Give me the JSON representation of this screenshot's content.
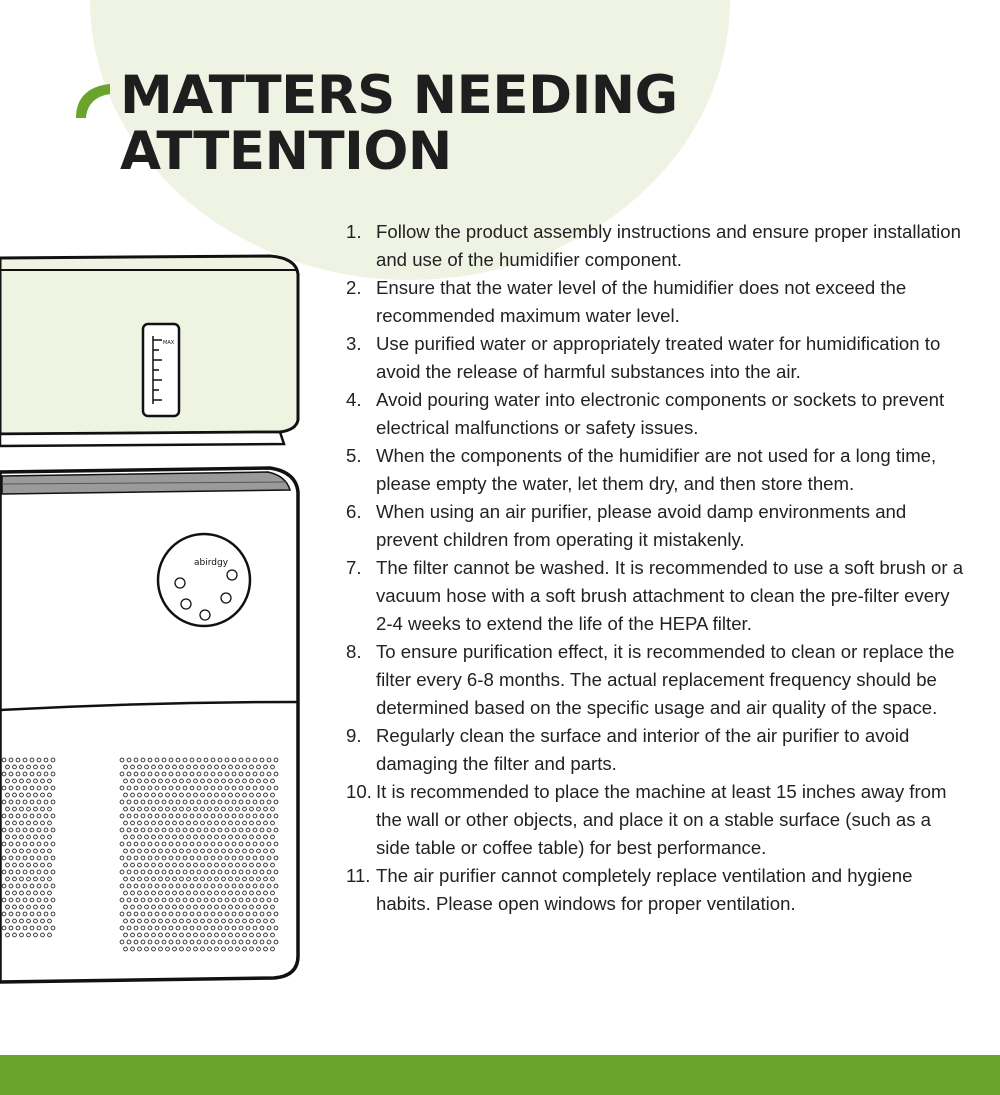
{
  "header": {
    "title_line1": "MATTERS NEEDING",
    "title_line2": "ATTENTION"
  },
  "illustration": {
    "tank_icon": "water-tank-illustration",
    "brand_label": "abirdgy",
    "gauge_label": "MAX"
  },
  "notes": [
    {
      "num": "1.",
      "text": "Follow the product assembly instructions and ensure proper installation and use of the humidifier component."
    },
    {
      "num": "2.",
      "text": "Ensure that the water level of the humidifier does not exceed the recommended maximum water level."
    },
    {
      "num": "3.",
      "text": "Use purified water or appropriately treated water for humidification to avoid the release of harmful substances into the air."
    },
    {
      "num": "4.",
      "text": "Avoid pouring water into electronic components or sockets to prevent electrical malfunctions or safety issues."
    },
    {
      "num": "5.",
      "text": "When the components of the humidifier are not used for a long time, please empty the water, let them dry, and then store them."
    },
    {
      "num": "6.",
      "text": "When using an air purifier, please avoid damp environments and prevent children from operating it mistakenly."
    },
    {
      "num": "7.",
      "text": "The filter cannot be washed. It is recommended to use a soft brush or a vacuum hose with a soft brush attachment to clean the pre-filter every 2-4 weeks to extend the life of the HEPA filter."
    },
    {
      "num": "8.",
      "text": "To ensure purification effect, it is recommended to clean or replace the filter every 6-8 months. The actual replacement frequency should be determined based on the specific usage and air quality of the space."
    },
    {
      "num": "9.",
      "text": "Regularly clean the surface and interior of the air purifier to avoid damaging the filter and parts."
    },
    {
      "num": "10.",
      "text": "It is recommended to place the machine at least 15 inches away from the wall or other objects, and place it on a stable surface (such as a side table or coffee table) for best performance."
    },
    {
      "num": "11.",
      "text": "The air purifier cannot completely replace ventilation and hygiene habits. Please open windows for proper ventilation."
    }
  ],
  "colors": {
    "accent": "#6aa42d",
    "background_circle": "#eff3e3",
    "text": "#222222"
  }
}
